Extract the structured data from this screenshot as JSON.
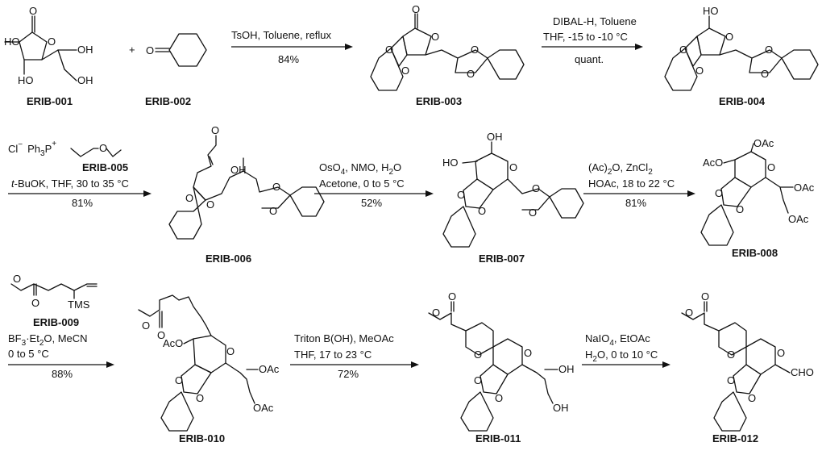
{
  "compounds": {
    "c001": "ERIB-001",
    "c002": "ERIB-002",
    "c003": "ERIB-003",
    "c004": "ERIB-004",
    "c005": "ERIB-005",
    "c006": "ERIB-006",
    "c007": "ERIB-007",
    "c008": "ERIB-008",
    "c009": "ERIB-009",
    "c010": "ERIB-010",
    "c011": "ERIB-011",
    "c012": "ERIB-012"
  },
  "plus": "+",
  "steps": {
    "s1": {
      "line1": "TsOH, Toluene, reflux",
      "yield": "84%"
    },
    "s2": {
      "line1": "DIBAL-H, Toluene",
      "line2": "THF, -15 to -10 °C",
      "yield": "quant."
    },
    "s3": {
      "reagent_prefix": "Cl",
      "reagent_charge": "−",
      "reagent_ph": "Ph",
      "reagent_sub": "3",
      "reagent_p": "P",
      "reagent_pcharge": "+",
      "reagent_o": "O",
      "base": "-BuOK, THF, 30 to 35 °C",
      "base_italic": "t",
      "yield": "81%"
    },
    "s4": {
      "line1": "OsO",
      "line1_sub": "4",
      "line1_rest": ", NMO, H",
      "line1_sub2": "2",
      "line1_end": "O",
      "line2": "Acetone, 0 to 5 °C",
      "yield": "52%"
    },
    "s5": {
      "line1": "(Ac)",
      "line1_sub": "2",
      "line1_rest": "O, ZnCl",
      "line1_sub2": "2",
      "line2": "HOAc, 18 to 22 °C",
      "yield": "81%"
    },
    "s6": {
      "line1": "BF",
      "line1_sub": "3",
      "line1_rest": "·Et",
      "line1_sub2": "2",
      "line1_end": "O, MeCN",
      "line2": "0 to 5 °C",
      "yield": "88%",
      "tms": "TMS"
    },
    "s7": {
      "line1": "Triton B(OH), MeOAc",
      "line2": "THF, 17 to 23 °C",
      "yield": "72%"
    },
    "s8": {
      "line1": "NaIO",
      "line1_sub": "4",
      "line1_rest": ", EtOAc",
      "line2_pre": "H",
      "line2_sub": "2",
      "line2": "O, 0 to 10 °C",
      "yield": ""
    }
  },
  "atoms": {
    "O": "O",
    "HO": "HO",
    "OH": "OH",
    "AcO": "AcO",
    "OAc": "OAc",
    "CHO": "CHO"
  }
}
